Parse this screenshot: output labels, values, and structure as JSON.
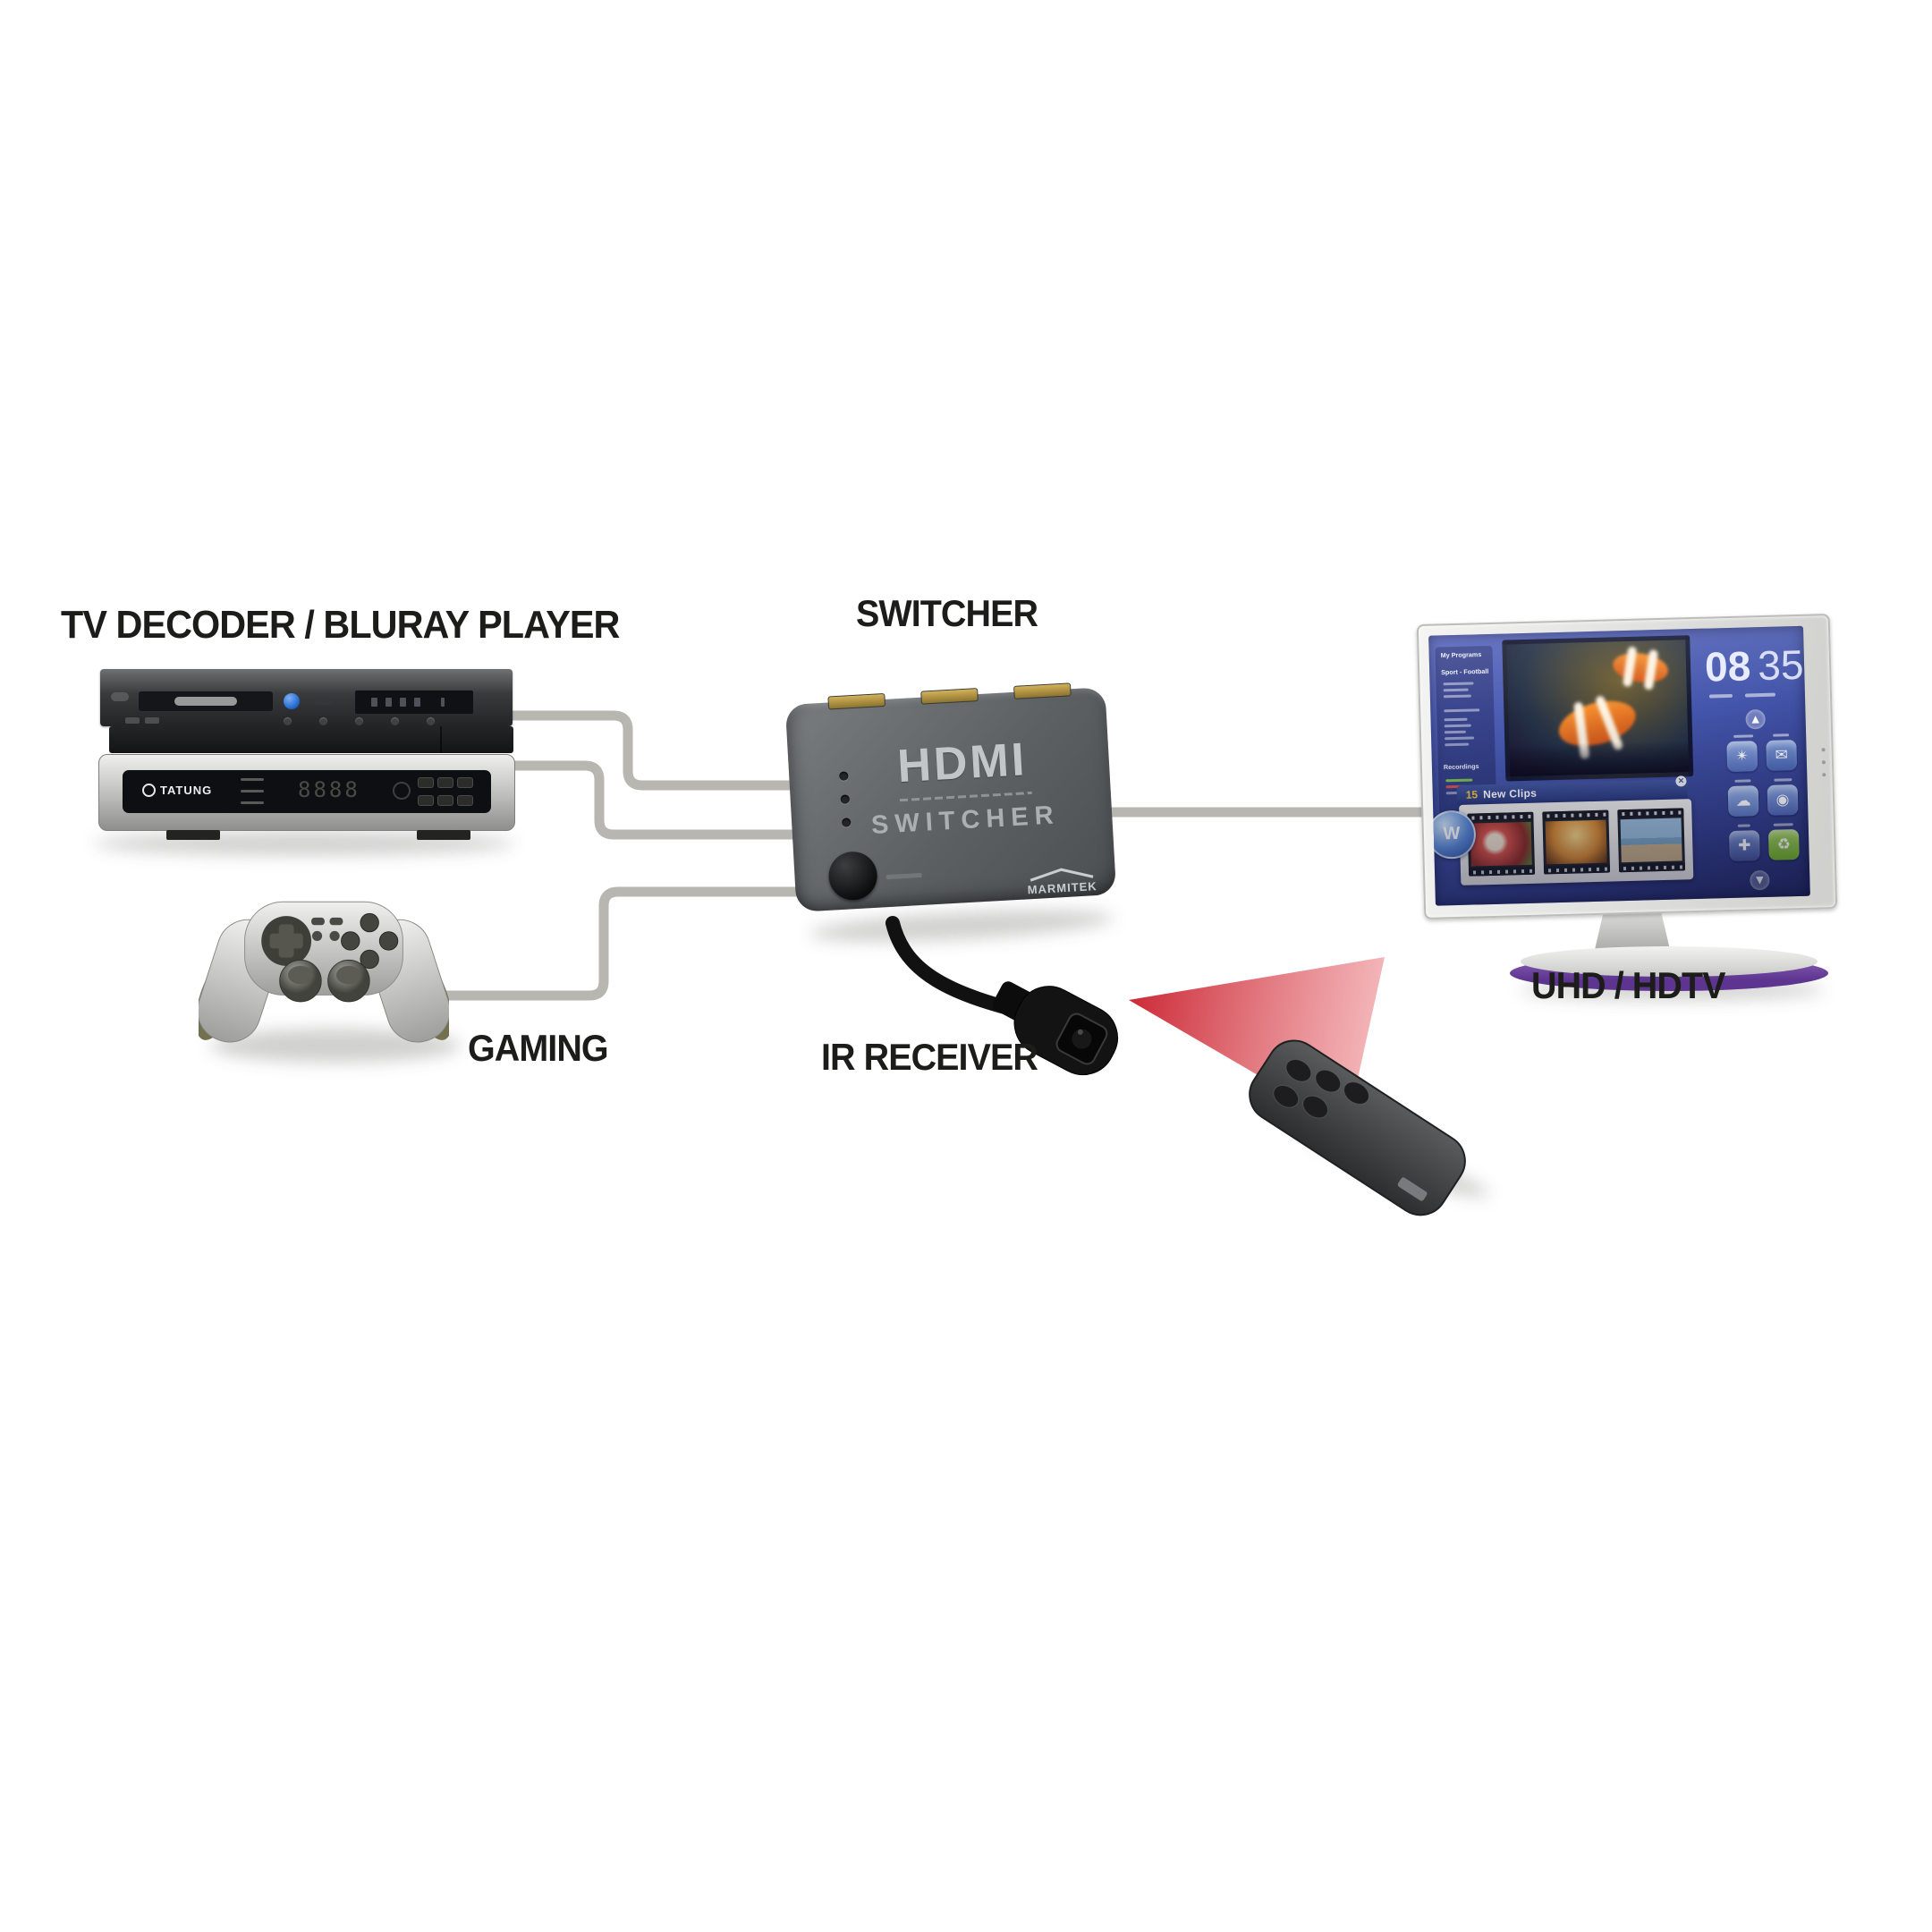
{
  "diagram": {
    "labels": {
      "sources": "TV DECODER / BLURAY PLAYER",
      "switcher": "SWITCHER",
      "gaming": "GAMING",
      "ir_receiver": "IR RECEIVER",
      "tv": "UHD / HDTV"
    },
    "switcher_device": {
      "title": "HDMI",
      "subtitle": "SWITCHER",
      "brand": "MARMITEK"
    },
    "source_devices": {
      "decoder_brand": "TATUNG",
      "decoder_display": "8888"
    },
    "tv_screen": {
      "clock": {
        "hours": "08",
        "minutes": "35"
      },
      "clips": {
        "count": "15",
        "title": "New Clips",
        "close": "×"
      },
      "sidebar_items": [
        "My Programs",
        "Sport - Football",
        "Recordings"
      ],
      "badge_glyph": "W",
      "app_glyphs": [
        "✴",
        "✉",
        "☁",
        "◉",
        "✚",
        "♻"
      ],
      "scroll_up_glyph": "▲",
      "scroll_down_glyph": "▼"
    },
    "colors": {
      "cable": "#b8b6b0",
      "beam_red": "#d2212f",
      "screen_blue": "#4355ab",
      "stand_purple": "#6a3f96",
      "app_green": "#76b82a",
      "switcher_body": "#5c6063"
    }
  }
}
